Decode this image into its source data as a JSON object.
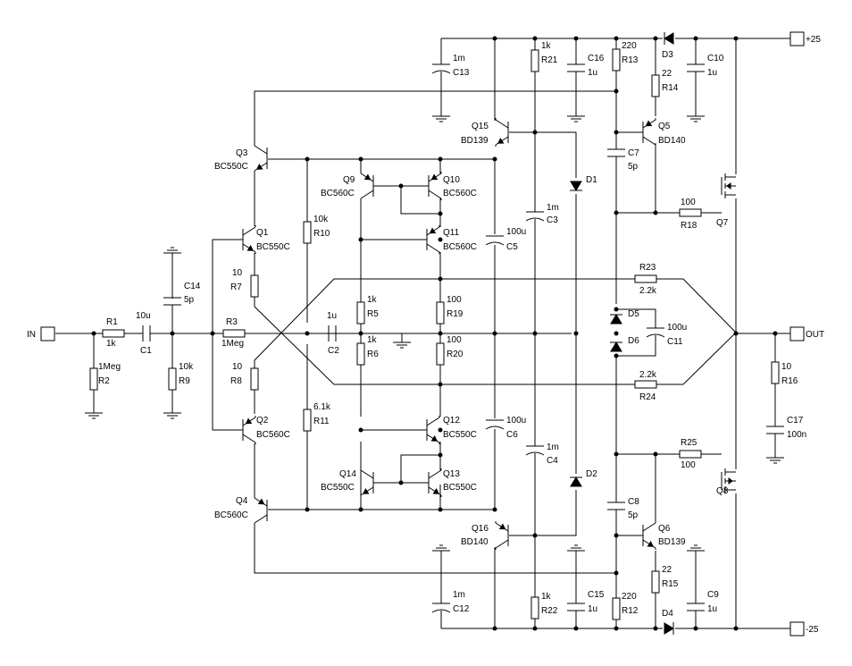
{
  "ports": {
    "in": "IN",
    "out": "OUT",
    "vpos": "+25",
    "vneg": "-25"
  },
  "resistors": {
    "R1": {
      "ref": "R1",
      "value": "1k"
    },
    "R2": {
      "ref": "R2",
      "value": "1Meg"
    },
    "R3": {
      "ref": "R3",
      "value": "1Meg"
    },
    "R5": {
      "ref": "R5",
      "value": "1k"
    },
    "R6": {
      "ref": "R6",
      "value": "1k"
    },
    "R7": {
      "ref": "R7",
      "value": "10"
    },
    "R8": {
      "ref": "R8",
      "value": "10"
    },
    "R9": {
      "ref": "R9",
      "value": "10k"
    },
    "R10": {
      "ref": "R10",
      "value": "10k"
    },
    "R11": {
      "ref": "R11",
      "value": "6.1k"
    },
    "R12": {
      "ref": "R12",
      "value": "220"
    },
    "R13": {
      "ref": "R13",
      "value": "220"
    },
    "R14": {
      "ref": "R14",
      "value": "22"
    },
    "R15": {
      "ref": "R15",
      "value": "22"
    },
    "R16": {
      "ref": "R16",
      "value": "10"
    },
    "R18": {
      "ref": "R18",
      "value": "100"
    },
    "R19": {
      "ref": "R19",
      "value": "100"
    },
    "R20": {
      "ref": "R20",
      "value": "100"
    },
    "R21": {
      "ref": "R21",
      "value": "1k"
    },
    "R22": {
      "ref": "R22",
      "value": "1k"
    },
    "R23": {
      "ref": "R23",
      "value": "2.2k"
    },
    "R24": {
      "ref": "R24",
      "value": "2.2k"
    },
    "R25": {
      "ref": "R25",
      "value": "100"
    }
  },
  "capacitors": {
    "C1": {
      "ref": "C1",
      "value": "10u"
    },
    "C2": {
      "ref": "C2",
      "value": "1u"
    },
    "C3": {
      "ref": "C3",
      "value": "1m"
    },
    "C4": {
      "ref": "C4",
      "value": "1m"
    },
    "C5": {
      "ref": "C5",
      "value": "100u"
    },
    "C6": {
      "ref": "C6",
      "value": "100u"
    },
    "C7": {
      "ref": "C7",
      "value": "5p"
    },
    "C8": {
      "ref": "C8",
      "value": "5p"
    },
    "C9": {
      "ref": "C9",
      "value": "1u"
    },
    "C10": {
      "ref": "C10",
      "value": "1u"
    },
    "C11": {
      "ref": "C11",
      "value": "100u"
    },
    "C12": {
      "ref": "C12",
      "value": "1m"
    },
    "C13": {
      "ref": "C13",
      "value": "1m"
    },
    "C14": {
      "ref": "C14",
      "value": "5p"
    },
    "C15": {
      "ref": "C15",
      "value": "1u"
    },
    "C16": {
      "ref": "C16",
      "value": "1u"
    },
    "C17": {
      "ref": "C17",
      "value": "100n"
    }
  },
  "transistors": {
    "Q1": {
      "ref": "Q1",
      "part": "BC550C"
    },
    "Q2": {
      "ref": "Q2",
      "part": "BC560C"
    },
    "Q3": {
      "ref": "Q3",
      "part": "BC550C"
    },
    "Q4": {
      "ref": "Q4",
      "part": "BC560C"
    },
    "Q5": {
      "ref": "Q5",
      "part": "BD140"
    },
    "Q6": {
      "ref": "Q6",
      "part": "BD139"
    },
    "Q7": {
      "ref": "Q7",
      "part": ""
    },
    "Q8": {
      "ref": "Q8",
      "part": ""
    },
    "Q9": {
      "ref": "Q9",
      "part": "BC560C"
    },
    "Q10": {
      "ref": "Q10",
      "part": "BC560C"
    },
    "Q11": {
      "ref": "Q11",
      "part": "BC560C"
    },
    "Q12": {
      "ref": "Q12",
      "part": "BC550C"
    },
    "Q13": {
      "ref": "Q13",
      "part": "BC550C"
    },
    "Q14": {
      "ref": "Q14",
      "part": "BC550C"
    },
    "Q15": {
      "ref": "Q15",
      "part": "BD139"
    },
    "Q16": {
      "ref": "Q16",
      "part": "BD140"
    }
  },
  "diodes": {
    "D1": {
      "ref": "D1"
    },
    "D2": {
      "ref": "D2"
    },
    "D3": {
      "ref": "D3"
    },
    "D4": {
      "ref": "D4"
    },
    "D5": {
      "ref": "D5"
    },
    "D6": {
      "ref": "D6"
    }
  }
}
